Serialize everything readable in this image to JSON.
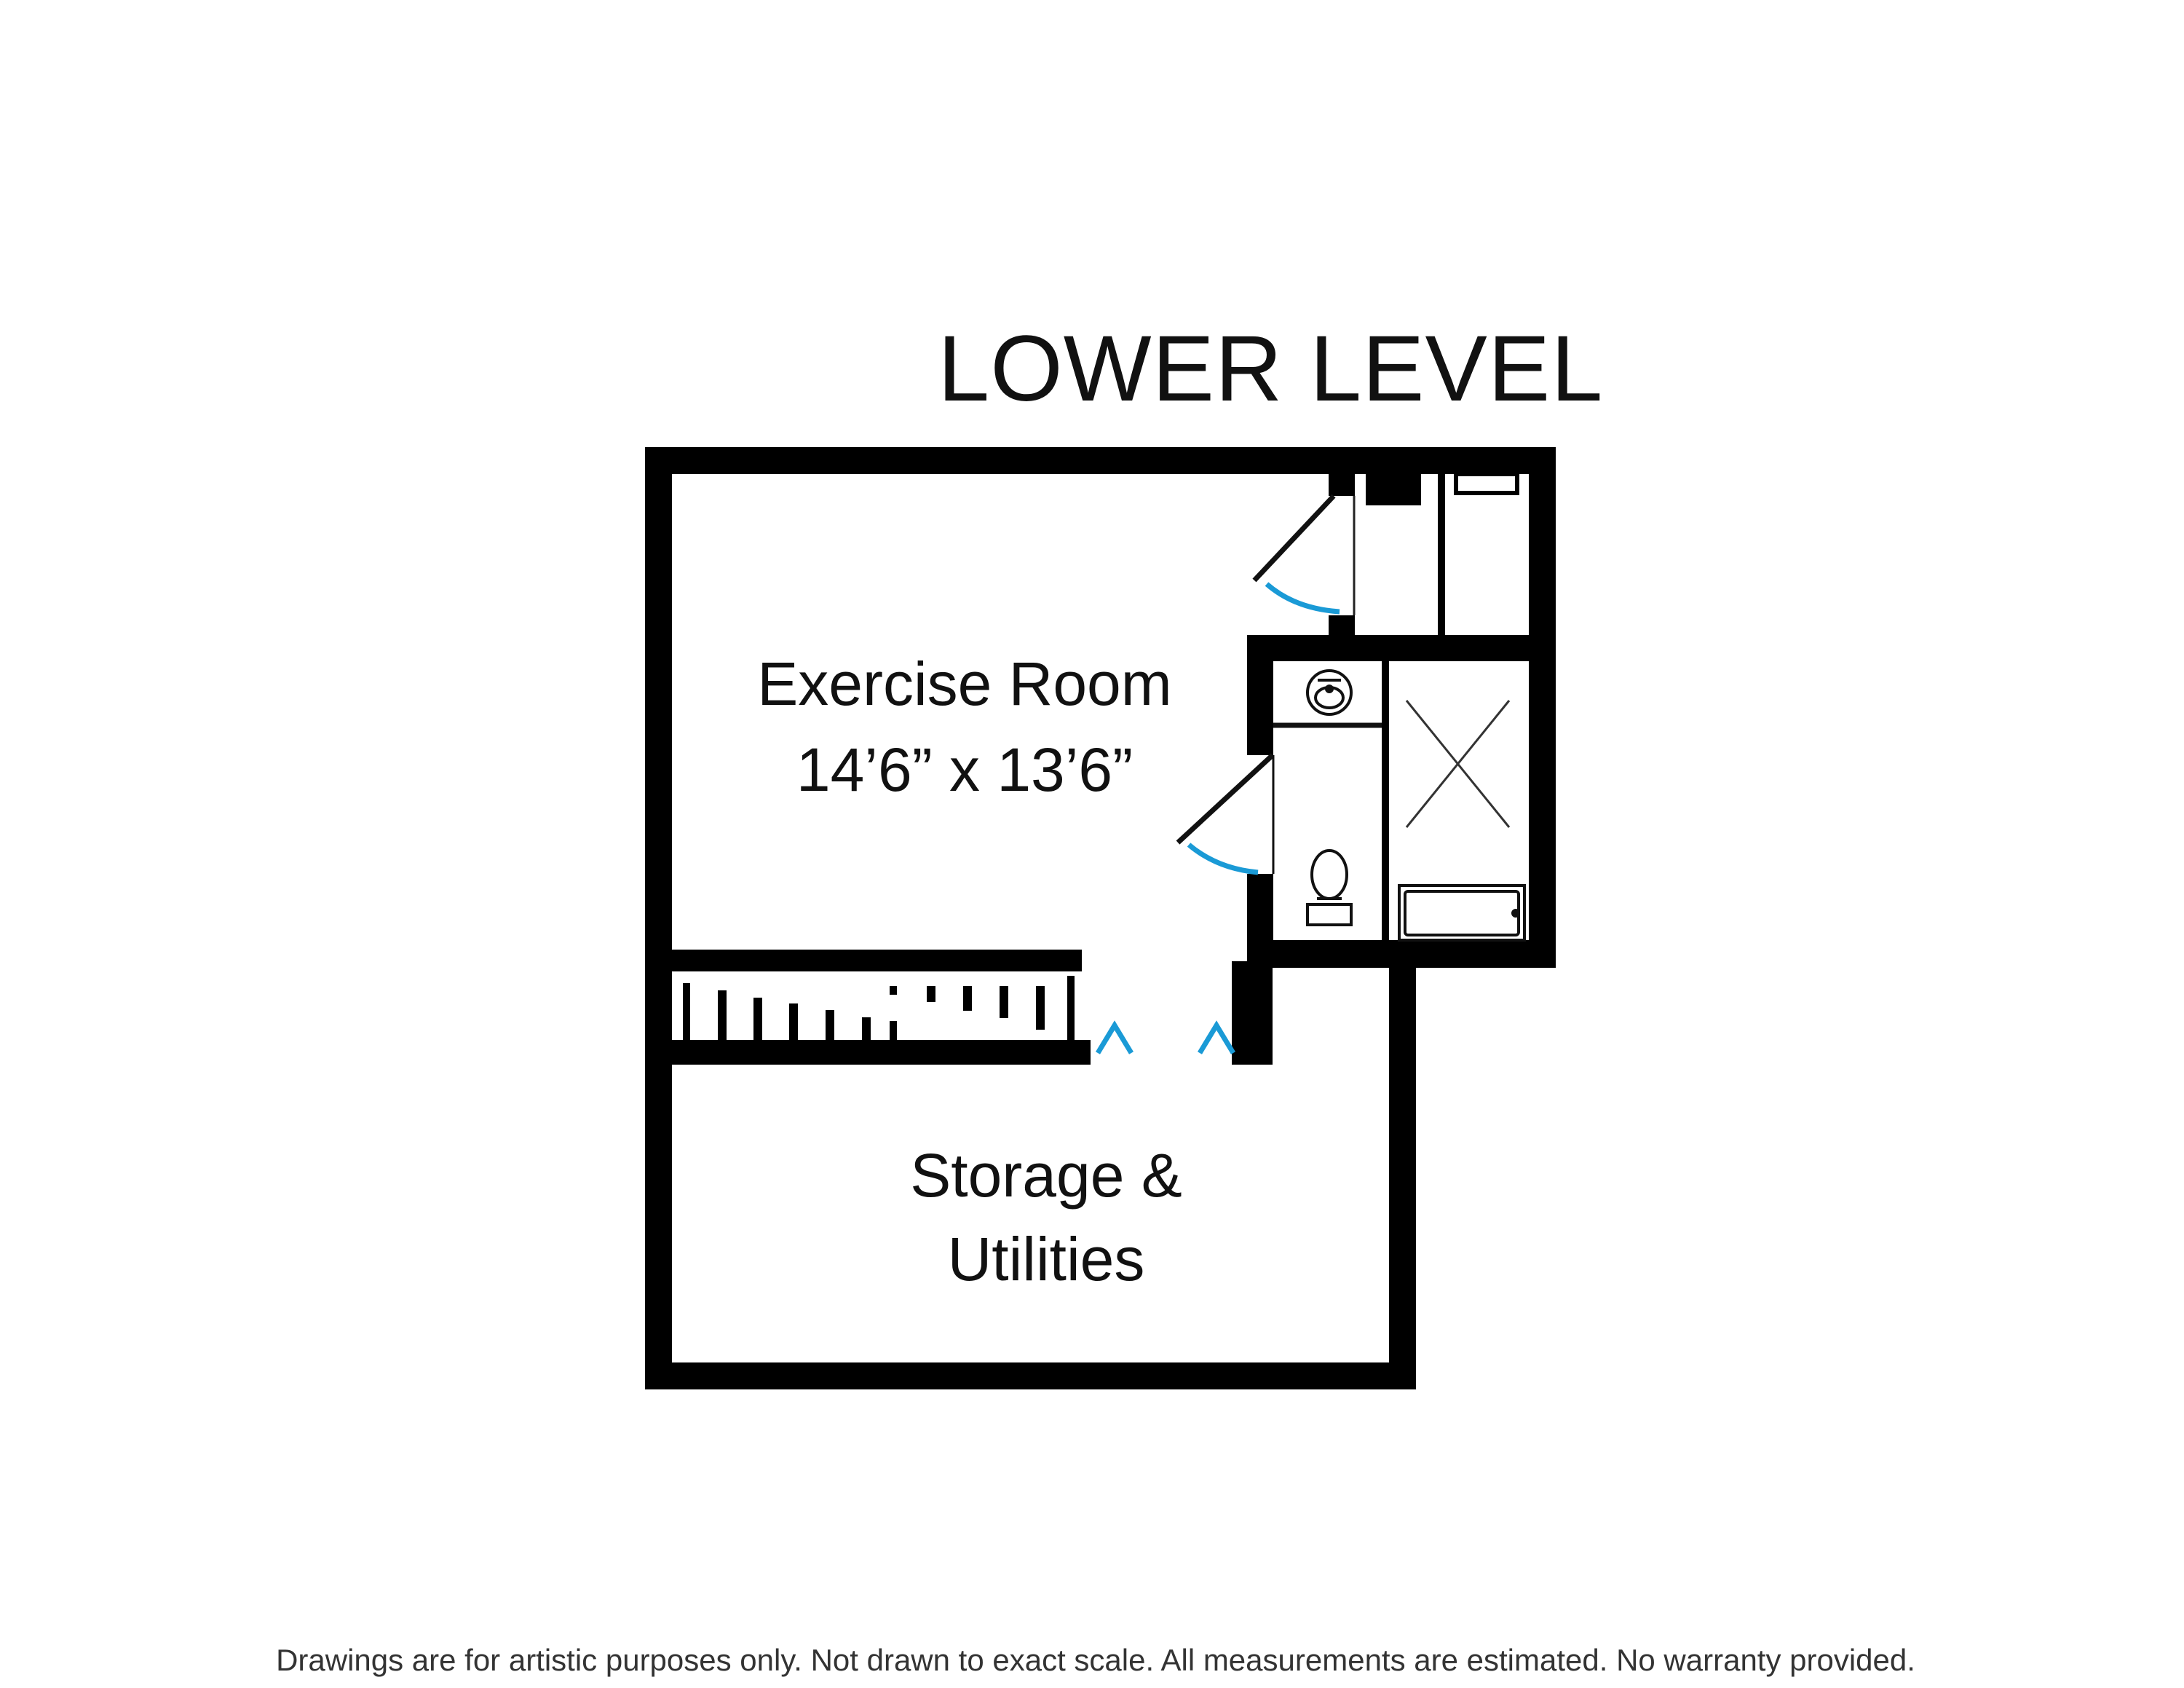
{
  "title": "LOWER LEVEL",
  "rooms": {
    "exercise": {
      "name": "Exercise Room",
      "dimensions": "14’6” x 13’6”"
    },
    "storage": {
      "line1": "Storage &",
      "line2": "Utilities"
    }
  },
  "disclaimer": "Drawings are for artistic purposes only. Not drawn to exact scale. All measurements are estimated. No warranty provided.",
  "colors": {
    "wall": "#000000",
    "door_swing": "#1a9ad6",
    "fixture_line": "#222222"
  },
  "icons": [
    "door-swing-icon",
    "stairs-icon",
    "sink-icon",
    "toilet-icon",
    "bathtub-icon",
    "shower-icon"
  ]
}
